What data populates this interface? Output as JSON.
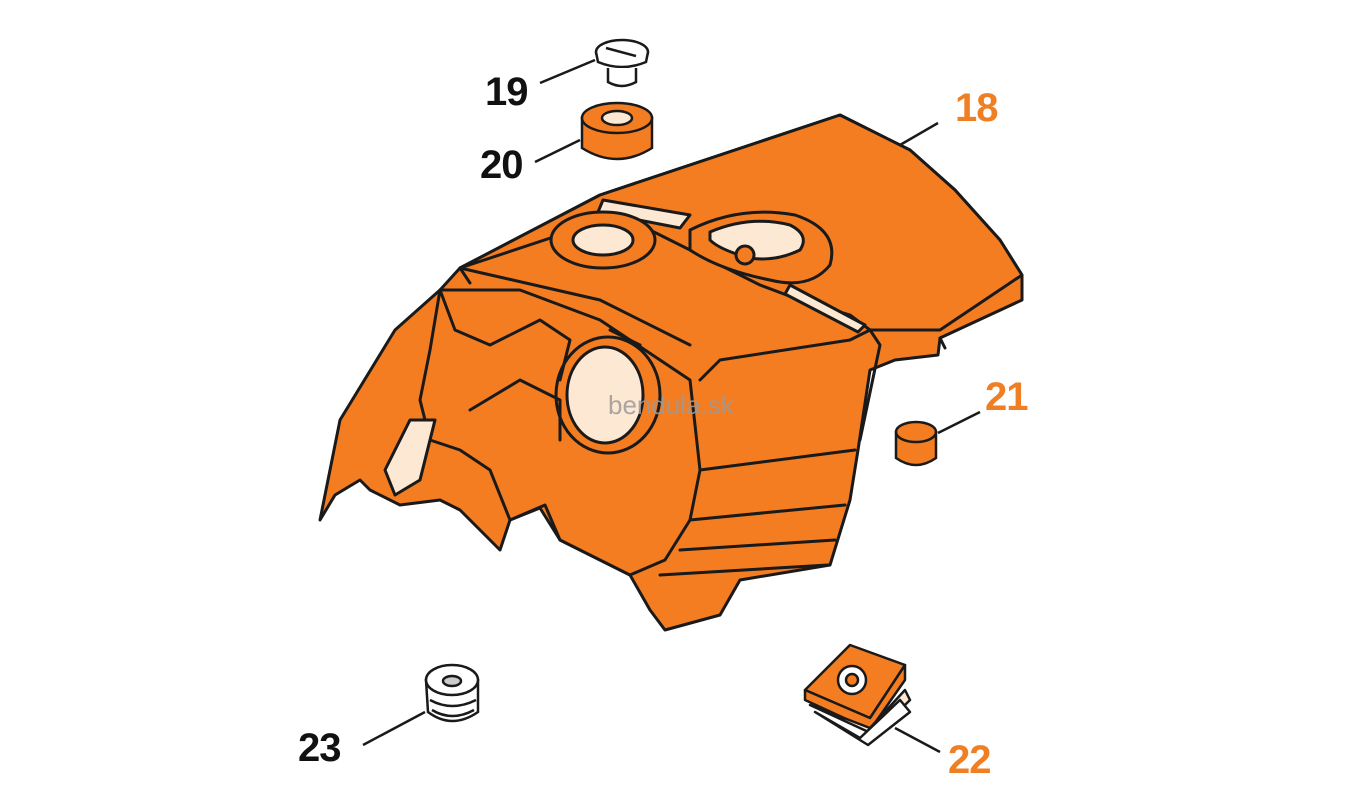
{
  "colors": {
    "part_orange": "#f47d22",
    "part_light": "#fde8d3",
    "highlight_label": "#f07f23",
    "label": "#111111",
    "outline": "#1a1a1a",
    "hardware_fill": "#ffffff"
  },
  "callouts": {
    "c18": "18",
    "c19": "19",
    "c20": "20",
    "c21": "21",
    "c22": "22",
    "c23": "23"
  },
  "watermark": "bendula.sk"
}
